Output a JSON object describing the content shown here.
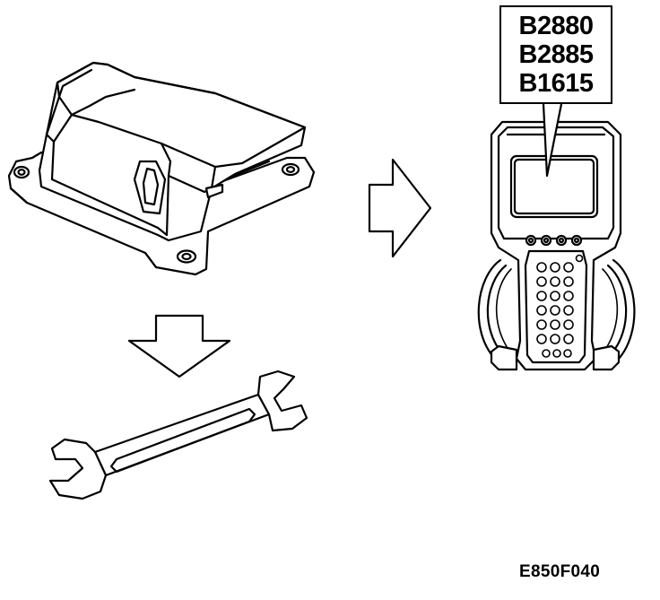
{
  "figure": {
    "dtc_codes": [
      "B2880",
      "B2885",
      "B1615"
    ],
    "figure_id": "E850F040"
  },
  "colors": {
    "line": "#000000",
    "background": "#ffffff"
  },
  "icons": {
    "module": "airbag-control-module-icon",
    "scan_tool": "diagnostic-scan-tool-icon",
    "wrench": "wrench-icon",
    "arrow_right": "arrow-right-icon",
    "arrow_down": "arrow-down-icon"
  }
}
